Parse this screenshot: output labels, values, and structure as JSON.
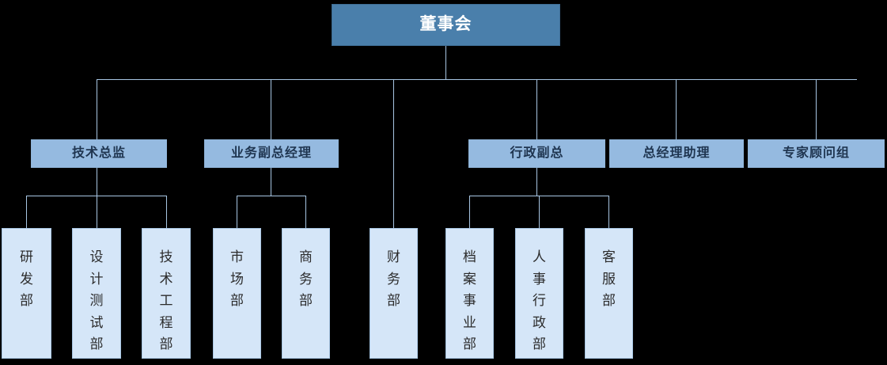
{
  "chart_type": "org-chart",
  "palette": {
    "background": "#000000",
    "level1_fill": "#4a7fab",
    "level1_text": "#ffffff",
    "level2_fill": "#95bae0",
    "level2_text": "#1f3550",
    "level3_fill": "#d5e6f8",
    "level3_text": "#2b2b2b",
    "connector": "#a8c6e3"
  },
  "root": {
    "label": "董事会"
  },
  "level2": [
    {
      "id": "tech-director",
      "label": "技术总监"
    },
    {
      "id": "business-vp",
      "label": "业务副总经理"
    },
    {
      "id": "admin-vp",
      "label": "行政副总"
    },
    {
      "id": "gm-assistant",
      "label": "总经理助理"
    },
    {
      "id": "expert-advisory",
      "label": "专家顾问组"
    }
  ],
  "level3": [
    {
      "id": "rd-dept",
      "label": "研发部",
      "chars": [
        "研",
        "发",
        "部"
      ],
      "parent": "tech-director"
    },
    {
      "id": "design-test-dept",
      "label": "设计测试部",
      "chars": [
        "设",
        "计",
        "测",
        "试",
        "部"
      ],
      "parent": "tech-director"
    },
    {
      "id": "tech-eng-dept",
      "label": "技术工程部",
      "chars": [
        "技",
        "术",
        "工",
        "程",
        "部"
      ],
      "parent": "tech-director"
    },
    {
      "id": "market-dept",
      "label": "市场部",
      "chars": [
        "市",
        "场",
        "部"
      ],
      "parent": "business-vp"
    },
    {
      "id": "commerce-dept",
      "label": "商务部",
      "chars": [
        "商",
        "务",
        "部"
      ],
      "parent": "business-vp"
    },
    {
      "id": "finance-dept",
      "label": "财务部",
      "chars": [
        "财",
        "务",
        "部"
      ],
      "parent": "root"
    },
    {
      "id": "archive-biz-dept",
      "label": "档案事业部",
      "chars": [
        "档",
        "案",
        "事",
        "业",
        "部"
      ],
      "parent": "admin-vp"
    },
    {
      "id": "hr-admin-dept",
      "label": "人事行政部",
      "chars": [
        "人",
        "事",
        "行",
        "政",
        "部"
      ],
      "parent": "admin-vp"
    },
    {
      "id": "customer-svc-dept",
      "label": "客服部",
      "chars": [
        "客",
        "服",
        "部"
      ],
      "parent": "admin-vp"
    }
  ]
}
